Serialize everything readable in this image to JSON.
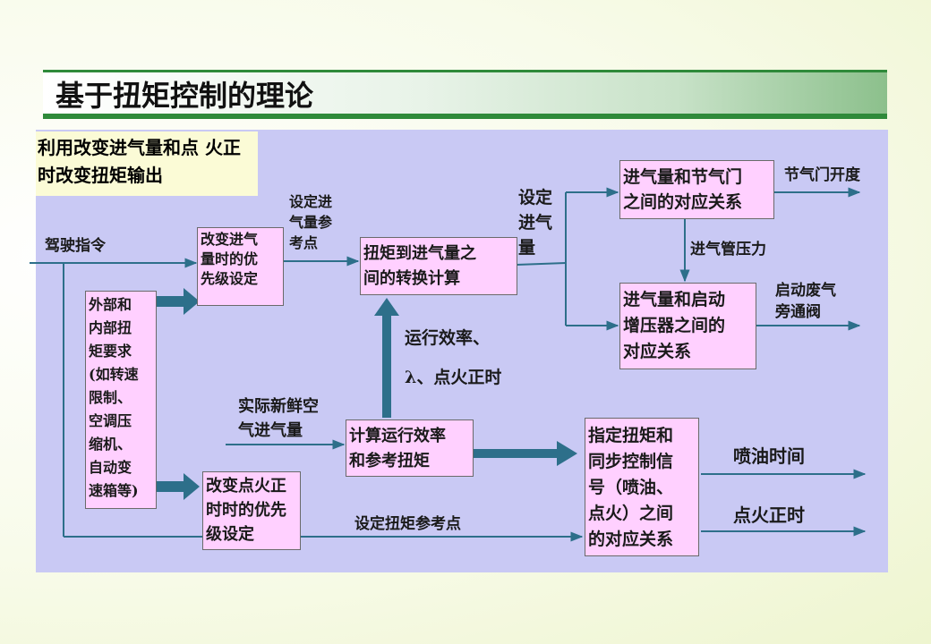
{
  "title": "基于扭矩控制的理论",
  "subtitle": "利用改变进气量和点\n火正时改变扭矩输出",
  "boxes": {
    "intake_priority": "改变进气\n量时的优\n先级设定",
    "external_internal": "外部和\n内部扭\n矩要求\n(如转速\n限制、\n空调压\n缩机、\n自动变\n速箱等)",
    "ignition_priority": "改变点火正\n时时的优先\n级设定",
    "torque_to_air": "扭矩到进气量之\n间的转换计算",
    "efficiency_calc": "计算运行效率\n和参考扭矩",
    "air_throttle": "进气量和节气门\n之间的对应关系",
    "air_turbo": "进气量和启动\n增压器之间的\n对应关系",
    "torque_sync": "指定扭矩和\n同步控制信\n号（喷油、\n点火）之间\n的对应关系"
  },
  "labels": {
    "driver_command": "驾驶指令",
    "set_air_ref": "设定进\n气量参\n考点",
    "set_air": "设定\n进气\n量",
    "throttle_opening": "节气门开度",
    "manifold_pressure": "进气管压力",
    "wastegate": "启动废气\n旁通阀",
    "efficiency": "运行效率、\n\nλ、点火正时",
    "actual_air": "实际新鲜空\n气进气量",
    "set_torque_ref": "设定扭矩参考点",
    "injection_time": "喷油时间",
    "ignition_timing": "点火正时"
  }
}
